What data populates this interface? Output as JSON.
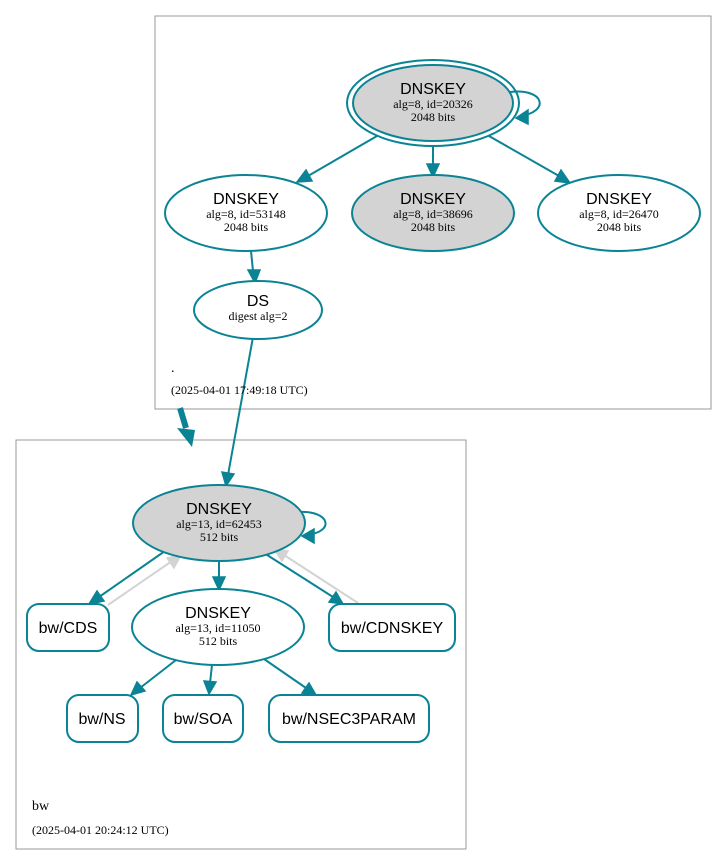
{
  "colors": {
    "edge": "#0a8395",
    "edge_inactive": "#d3d3d3",
    "sep_fill": "#d3d3d3",
    "cluster_border": "#999999"
  },
  "zones": {
    "root": {
      "name": ".",
      "timestamp": "(2025-04-01 17:49:18 UTC)"
    },
    "bw": {
      "name": "bw",
      "timestamp": "(2025-04-01 20:24:12 UTC)"
    }
  },
  "nodes": {
    "root_ksk": {
      "type": "DNSKEY",
      "details": "alg=8, id=20326",
      "size": "2048 bits"
    },
    "root_zsk1": {
      "type": "DNSKEY",
      "details": "alg=8, id=53148",
      "size": "2048 bits"
    },
    "root_ksk2": {
      "type": "DNSKEY",
      "details": "alg=8, id=38696",
      "size": "2048 bits"
    },
    "root_zsk2": {
      "type": "DNSKEY",
      "details": "alg=8, id=26470",
      "size": "2048 bits"
    },
    "ds": {
      "type": "DS",
      "details": "digest alg=2"
    },
    "bw_ksk": {
      "type": "DNSKEY",
      "details": "alg=13, id=62453",
      "size": "512 bits"
    },
    "bw_zsk": {
      "type": "DNSKEY",
      "details": "alg=13, id=11050",
      "size": "512 bits"
    },
    "bw_cds": {
      "label": "bw/CDS"
    },
    "bw_cdnskey": {
      "label": "bw/CDNSKEY"
    },
    "bw_ns": {
      "label": "bw/NS"
    },
    "bw_soa": {
      "label": "bw/SOA"
    },
    "bw_nsec3param": {
      "label": "bw/NSEC3PARAM"
    }
  }
}
